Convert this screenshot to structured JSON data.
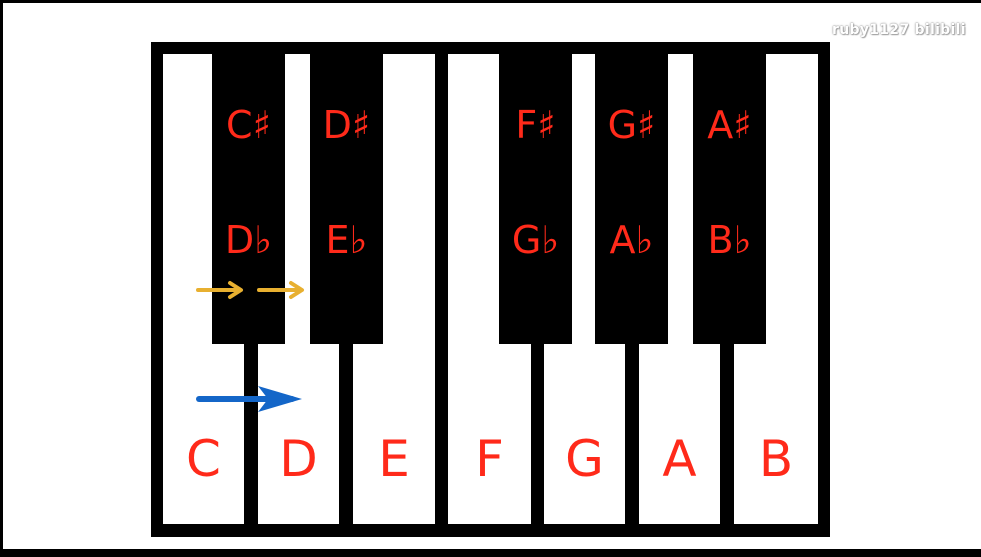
{
  "watermark": "ruby1127 bilibili",
  "white_keys": [
    "C",
    "D",
    "E",
    "F",
    "G",
    "A",
    "B"
  ],
  "black_keys": [
    {
      "sharp": "C♯",
      "flat": "D♭"
    },
    {
      "sharp": "D♯",
      "flat": "E♭"
    },
    {
      "sharp": "F♯",
      "flat": "G♭"
    },
    {
      "sharp": "G♯",
      "flat": "A♭"
    },
    {
      "sharp": "A♯",
      "flat": "B♭"
    }
  ],
  "colors": {
    "label": "#ff2a1a",
    "half_step_arrow": "#e8b030",
    "whole_step_arrow": "#1466c8"
  }
}
